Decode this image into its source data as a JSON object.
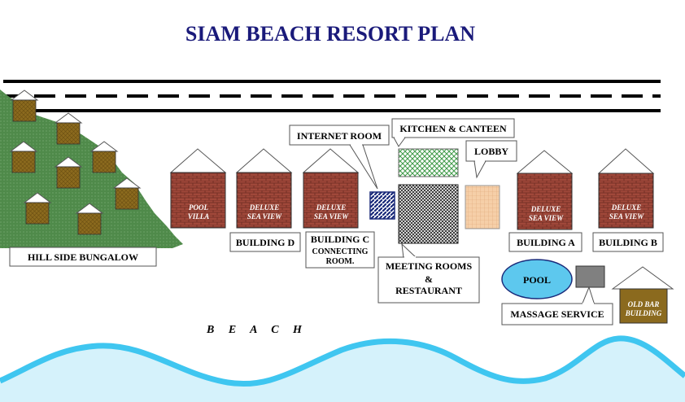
{
  "title": "SIAM BEACH RESORT PLAN",
  "labels": {
    "internet_room": "INTERNET ROOM",
    "kitchen": "KITCHEN & CANTEEN",
    "lobby": "LOBBY",
    "hillside": "HILL  SIDE  BUNGALOW",
    "building_d": "BUILDING D",
    "building_c": "BUILDING C",
    "connecting": "CONNECTING",
    "room": "ROOM.",
    "meeting_1": "MEETING ROOMS",
    "meeting_2": "&",
    "meeting_3": "RESTAURANT",
    "building_a": "BUILDING A",
    "building_b": "BUILDING B",
    "pool": "POOL",
    "massage": "MASSAGE  SERVICE",
    "beach": "B     E     A     C     H"
  },
  "buildings": {
    "pool_villa_1": "POOL",
    "pool_villa_2": "VILLA",
    "deluxe": "DELUXE",
    "sea_view": "SEA VIEW",
    "old_bar_1": "OLD BAR",
    "old_bar_2": "BUILDING"
  },
  "colors": {
    "title": "#1a1a7a",
    "brick": "#a0483a",
    "hill": "#4f8a4a",
    "sea": "#3fc6f0",
    "pool": "#5dc8ee",
    "kitchen": "#9fd4a0",
    "lobby": "#f6cfa8",
    "hut": "#8b6a1e"
  }
}
